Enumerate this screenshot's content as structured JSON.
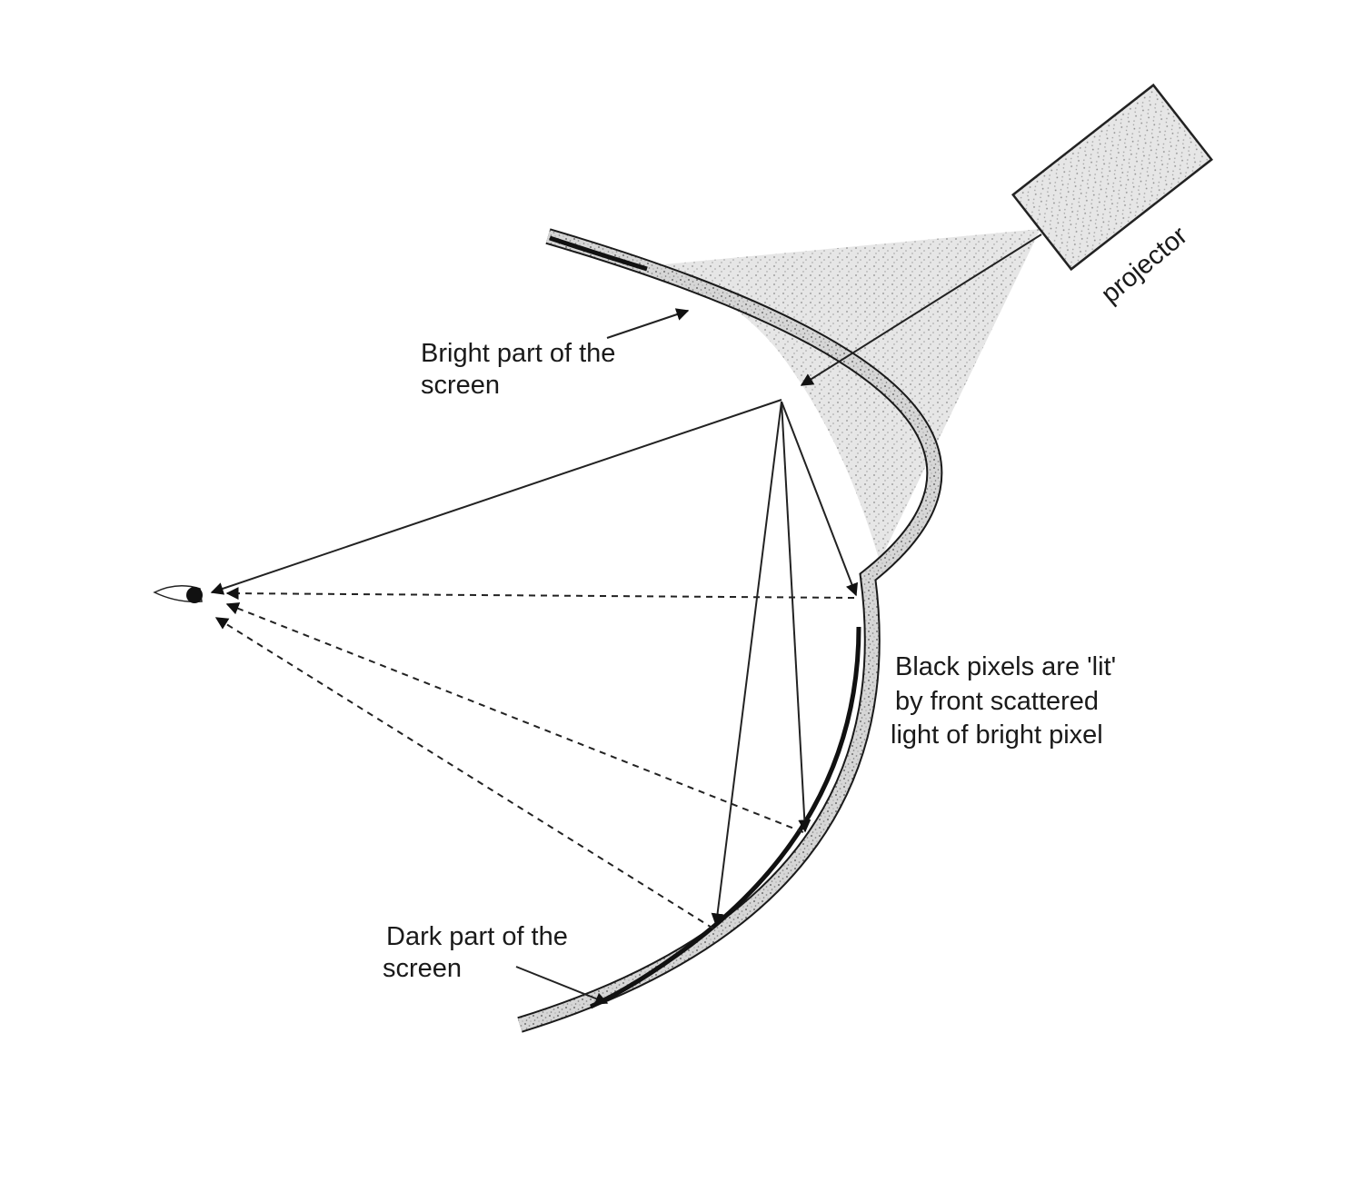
{
  "labels": {
    "projector": "projector",
    "bright_line1": "Bright part of the",
    "bright_line2": "screen",
    "black_line1": "Black pixels are 'lit'",
    "black_line2": "by front scattered",
    "black_line3": "light of bright pixel",
    "dark_line1": "Dark part of the",
    "dark_line2": "screen"
  }
}
